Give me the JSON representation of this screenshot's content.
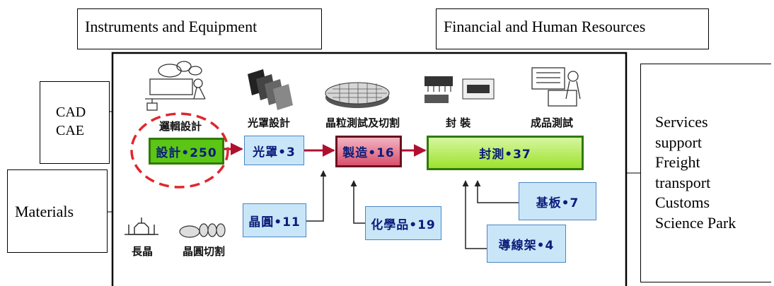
{
  "top_boxes": {
    "instruments": "Instruments and Equipment",
    "financial": "Financial and Human Resources"
  },
  "left_boxes": {
    "cad_line1": "CAD",
    "cad_line2": "CAE",
    "materials": "Materials"
  },
  "right_box": {
    "lines": [
      "Services",
      "support",
      "Freight",
      "transport",
      "Customs",
      "Science Park"
    ]
  },
  "stages": {
    "logic_design": "邏輯設計",
    "mask_design": "光罩設計",
    "wafer_test_dicing": "晶粒測試及切割",
    "packaging": "封 裝",
    "final_test": "成品測試",
    "crystal_growth": "長晶",
    "wafer_slicing": "晶圓切割"
  },
  "process": {
    "design": "設計•250",
    "mask": "光罩•3",
    "manufacturing": "製造•16",
    "packaging_test": "封測•37"
  },
  "supply": {
    "wafer": "晶圓•11",
    "chemicals": "化學品•19",
    "substrate": "基板•7",
    "leadframe": "導線架•4"
  },
  "colors": {
    "design_fill": "#5cc614",
    "manufacturing_fill": "#e0607a",
    "packaging_fill": "#a8e83a",
    "supply_fill": "#c9e6f8",
    "arrow": "#b01030",
    "dashed_ellipse": "#e0262d"
  }
}
